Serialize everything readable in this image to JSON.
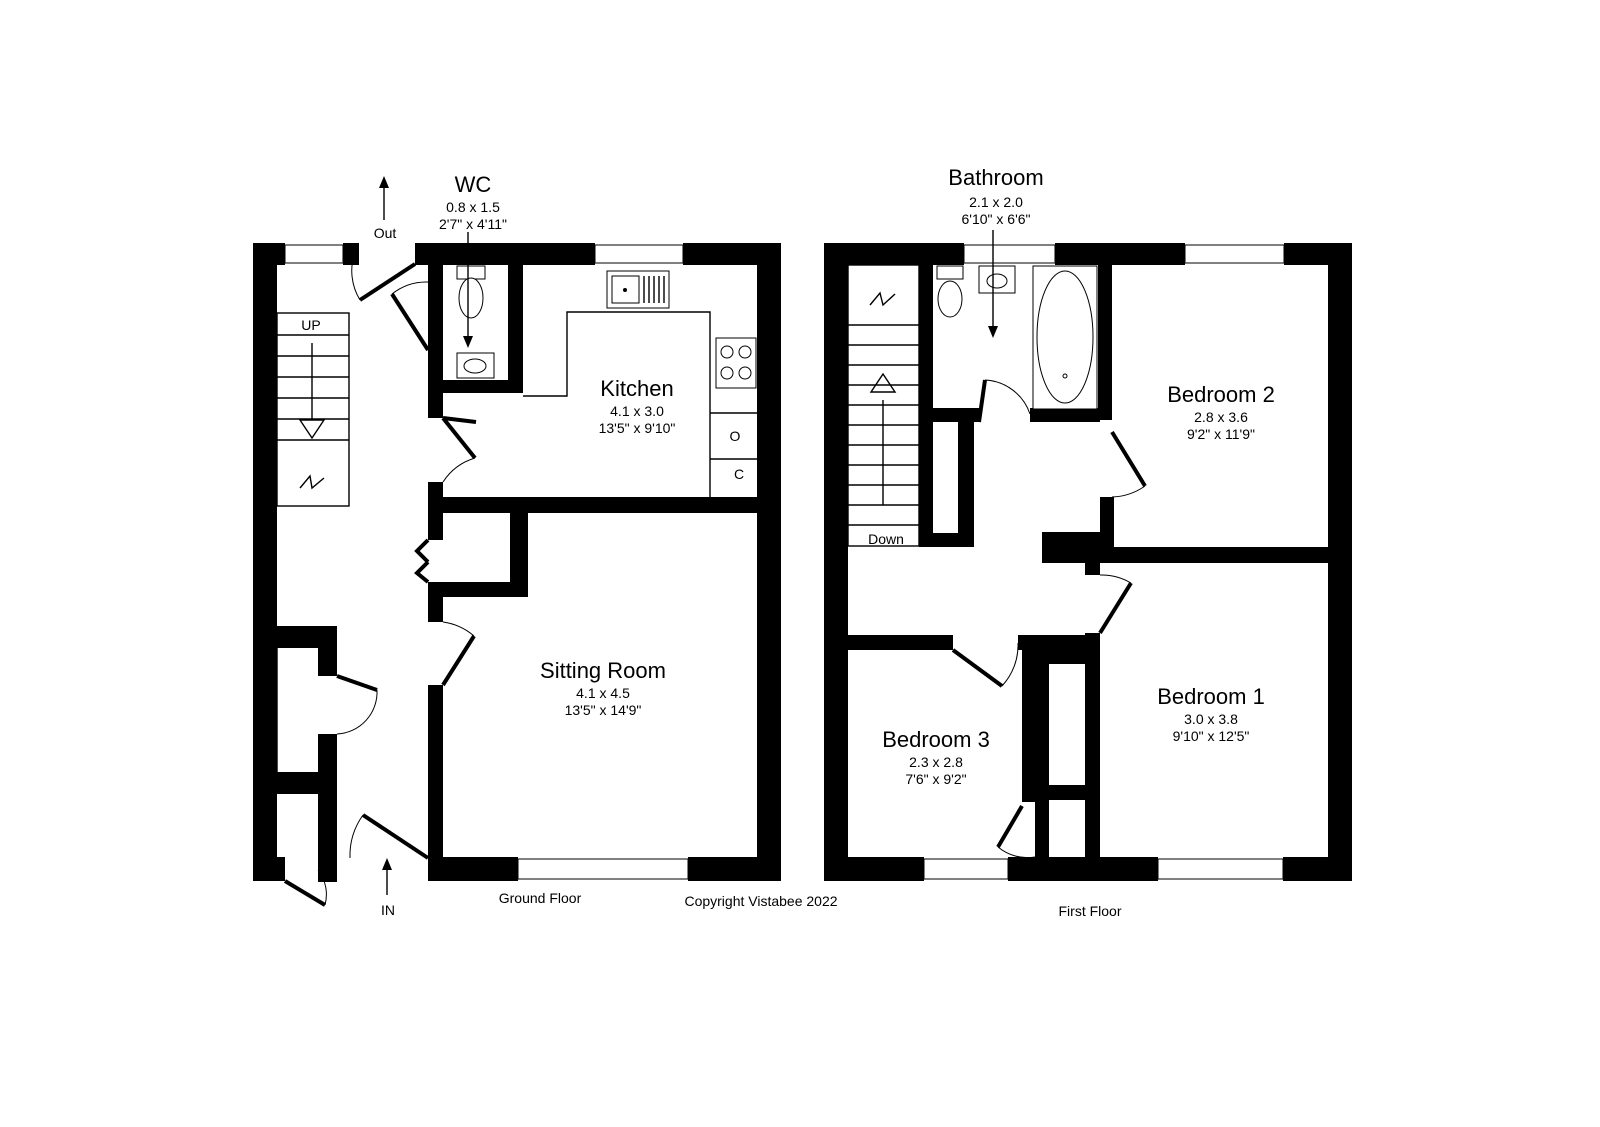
{
  "rooms": {
    "wc": {
      "name": "WC",
      "metric": "0.8 x 1.5",
      "imperial": "2'7\" x 4'11\""
    },
    "kitchen": {
      "name": "Kitchen",
      "metric": "4.1 x 3.0",
      "imperial": "13'5\" x 9'10\""
    },
    "sitting_room": {
      "name": "Sitting Room",
      "metric": "4.1 x 4.5",
      "imperial": "13'5\" x 14'9\""
    },
    "bathroom": {
      "name": "Bathroom",
      "metric": "2.1 x 2.0",
      "imperial": "6'10\" x 6'6\""
    },
    "bedroom_2": {
      "name": "Bedroom 2",
      "metric": "2.8 x 3.6",
      "imperial": "9'2\" x 11'9\""
    },
    "bedroom_1": {
      "name": "Bedroom 1",
      "metric": "3.0 x 3.8",
      "imperial": "9'10\" x 12'5\""
    },
    "bedroom_3": {
      "name": "Bedroom 3",
      "metric": "2.3 x 2.8",
      "imperial": "7'6\" x 9'2\""
    }
  },
  "markers": {
    "out": "Out",
    "in": "IN",
    "stairs_up": "UP",
    "stairs_down": "Down",
    "oven": "O",
    "cupboard": "C"
  },
  "floors": {
    "ground": "Ground Floor",
    "first": "First Floor"
  },
  "copyright": "Copyright Vistabee 2022",
  "colors": {
    "walls": "#000000",
    "background": "#ffffff"
  }
}
